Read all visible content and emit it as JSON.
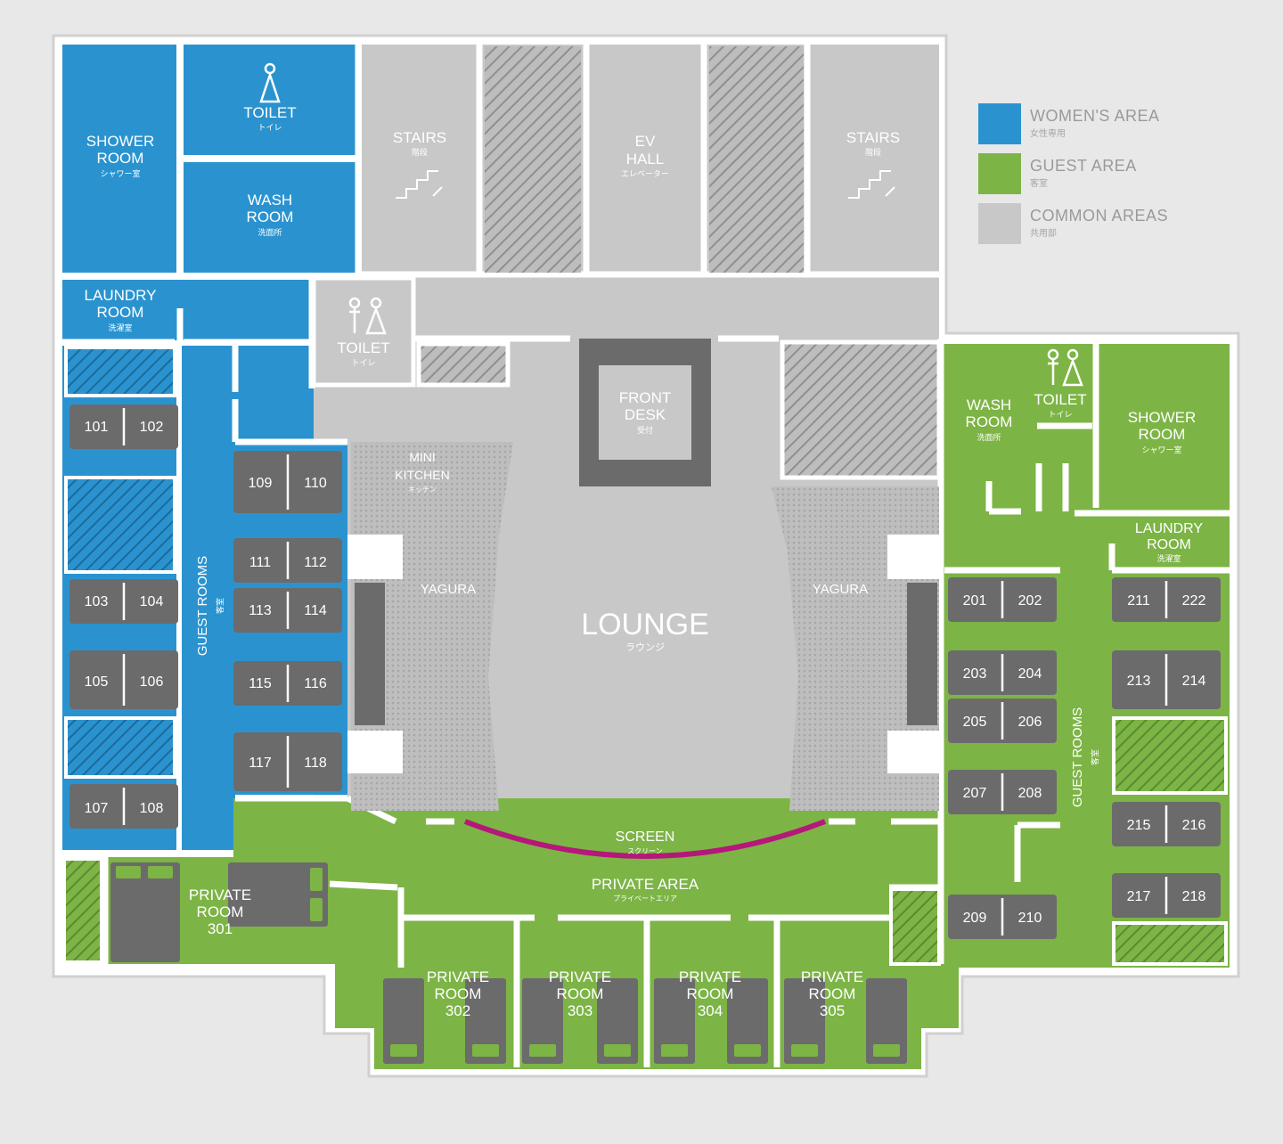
{
  "legend": [
    {
      "title": "WOMEN'S AREA",
      "sub": "女性専用",
      "color": "#2a93cf"
    },
    {
      "title": "GUEST AREA",
      "sub": "客室",
      "color": "#7db446"
    },
    {
      "title": "COMMON AREAS",
      "sub": "共用部",
      "color": "#c8c8c8"
    }
  ],
  "colors": {
    "women": "#2a93cf",
    "guest": "#7db446",
    "common": "#c8c8c8",
    "room": "#6b6b6b",
    "screen": "#b5177a"
  },
  "labels": {
    "shower_w_1": "SHOWER",
    "shower_w_2": "ROOM",
    "shower_w_jp": "シャワー室",
    "toilet_w": "TOILET",
    "toilet_w_jp": "トイレ",
    "wash_w_1": "WASH",
    "wash_w_2": "ROOM",
    "wash_w_jp": "洗面所",
    "laundry_w_1": "LAUNDRY",
    "laundry_w_2": "ROOM",
    "laundry_w_jp": "洗濯室",
    "stairs_1": "STAIRS",
    "stairs_1_jp": "階段",
    "ev_1": "EV",
    "ev_2": "HALL",
    "ev_jp": "エレベーター",
    "stairs_2": "STAIRS",
    "stairs_2_jp": "階段",
    "toilet_c": "TOILET",
    "toilet_c_jp": "トイレ",
    "front_1": "FRONT",
    "front_2": "DESK",
    "front_jp": "受付",
    "kitchen_1": "MINI",
    "kitchen_2": "KITCHEN",
    "kitchen_jp": "キッチン",
    "yagura_l": "YAGURA",
    "yagura_r": "YAGURA",
    "lounge": "LOUNGE",
    "lounge_jp": "ラウンジ",
    "screen": "SCREEN",
    "screen_jp": "スクリーン",
    "private_area": "PRIVATE AREA",
    "private_area_jp": "プライベートエリア",
    "guest_rooms_w": "GUEST ROOMS",
    "guest_rooms_w_jp": "客室",
    "guest_rooms_g": "GUEST ROOMS",
    "guest_rooms_g_jp": "客室",
    "wash_g_1": "WASH",
    "wash_g_2": "ROOM",
    "wash_g_jp": "洗面所",
    "toilet_g": "TOILET",
    "toilet_g_jp": "トイレ",
    "shower_g_1": "SHOWER",
    "shower_g_2": "ROOM",
    "shower_g_jp": "シャワー室",
    "laundry_g_1": "LAUNDRY",
    "laundry_g_2": "ROOM",
    "laundry_g_jp": "洗濯室",
    "pr301_1": "PRIVATE",
    "pr301_2": "ROOM",
    "pr301_3": "301",
    "pr302_1": "PRIVATE",
    "pr302_2": "ROOM",
    "pr302_3": "302",
    "pr303_1": "PRIVATE",
    "pr303_2": "ROOM",
    "pr303_3": "303",
    "pr304_1": "PRIVATE",
    "pr304_2": "ROOM",
    "pr304_3": "304",
    "pr305_1": "PRIVATE",
    "pr305_2": "ROOM",
    "pr305_3": "305"
  },
  "rooms": {
    "r101": "101",
    "r102": "102",
    "r103": "103",
    "r104": "104",
    "r105": "105",
    "r106": "106",
    "r107": "107",
    "r108": "108",
    "r109": "109",
    "r110": "110",
    "r111": "111",
    "r112": "112",
    "r113": "113",
    "r114": "114",
    "r115": "115",
    "r116": "116",
    "r117": "117",
    "r118": "118",
    "r201": "201",
    "r202": "202",
    "r203": "203",
    "r204": "204",
    "r205": "205",
    "r206": "206",
    "r207": "207",
    "r208": "208",
    "r209": "209",
    "r210": "210",
    "r211": "211",
    "r222": "222",
    "r213": "213",
    "r214": "214",
    "r215": "215",
    "r216": "216",
    "r217": "217",
    "r218": "218"
  }
}
